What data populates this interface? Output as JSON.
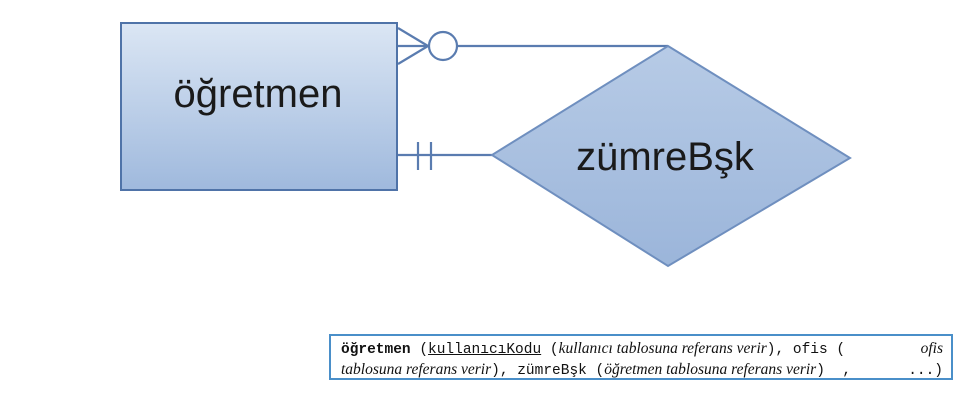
{
  "diagram": {
    "entity": {
      "label": "öğretmen"
    },
    "relationship": {
      "label": "zümreBşk"
    },
    "colors": {
      "entity_fill_top": "#d7e3f3",
      "entity_fill_bottom": "#a3bcdf",
      "entity_stroke": "#4f73a8",
      "diamond_fill": "#a9c0e0",
      "diamond_stroke": "#6f8fbf",
      "connector": "#5a7cb0"
    },
    "connectors": [
      {
        "from": "öğretmen",
        "to": "zümreBşk",
        "notation": "zero-or-many"
      },
      {
        "from": "öğretmen",
        "to": "zümreBşk",
        "notation": "one-and-only-one"
      }
    ]
  },
  "schema": {
    "table_name": "öğretmen",
    "open_paren": "(",
    "key_field": "kullanıcıKodu",
    "key_note": "kullanıcı tablosuna referans verir",
    "field2": "ofis",
    "field2_note_a": "ofis",
    "field2_note_b": "tablosuna referans verir",
    "field3": "zümreBşk",
    "field3_note": "öğretmen tablosuna referans verir",
    "comma": ",",
    "ellipsis": "...",
    "close_paren": ")"
  },
  "accent_color": "#4a8fc9"
}
